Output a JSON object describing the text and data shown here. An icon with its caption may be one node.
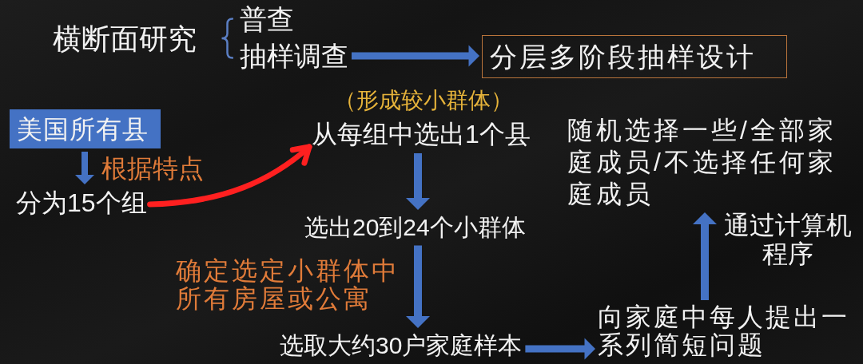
{
  "diagram": {
    "nodes": [
      {
        "text": [
          "抽样调查"
        ]
      },
      {
        "text": [
          "分层多阶段抽样设计"
        ]
      },
      {
        "text": [
          "美国所有县"
        ]
      },
      {
        "text": [
          "分为15个组"
        ]
      },
      {
        "text": [
          "从每组中选出1个县"
        ],
        "beside": [
          "（形成较小群体）"
        ]
      },
      {
        "text": [
          "选出20到24个小群体"
        ]
      },
      {
        "text": [
          "选取大约30户家庭样本"
        ]
      },
      {
        "text": [
          "向家庭中每人提出一系列简短问题"
        ]
      },
      {
        "text": [
          "随机选择一些/全部家庭成员/不选择任何家庭成员"
        ]
      }
    ],
    "edges": [
      {
        "from": 0,
        "to": 1,
        "arrow": "to"
      },
      {
        "from": 2,
        "to": 3,
        "arrow": "to",
        "label": "根据特点"
      },
      {
        "from": 3,
        "to": 4,
        "arrow": "to",
        "color": "#ff2020"
      },
      {
        "from": 4,
        "to": 5,
        "arrow": "to"
      },
      {
        "from": 5,
        "to": 6,
        "arrow": "to",
        "label": "确定选定小群体中所有房屋或公寓"
      },
      {
        "from": 6,
        "to": 7,
        "arrow": "to"
      },
      {
        "from": 7,
        "to": 8,
        "arrow": "to",
        "label": "通过计算机程序"
      }
    ],
    "labels": [
      "横断面研究",
      "普查"
    ]
  }
}
